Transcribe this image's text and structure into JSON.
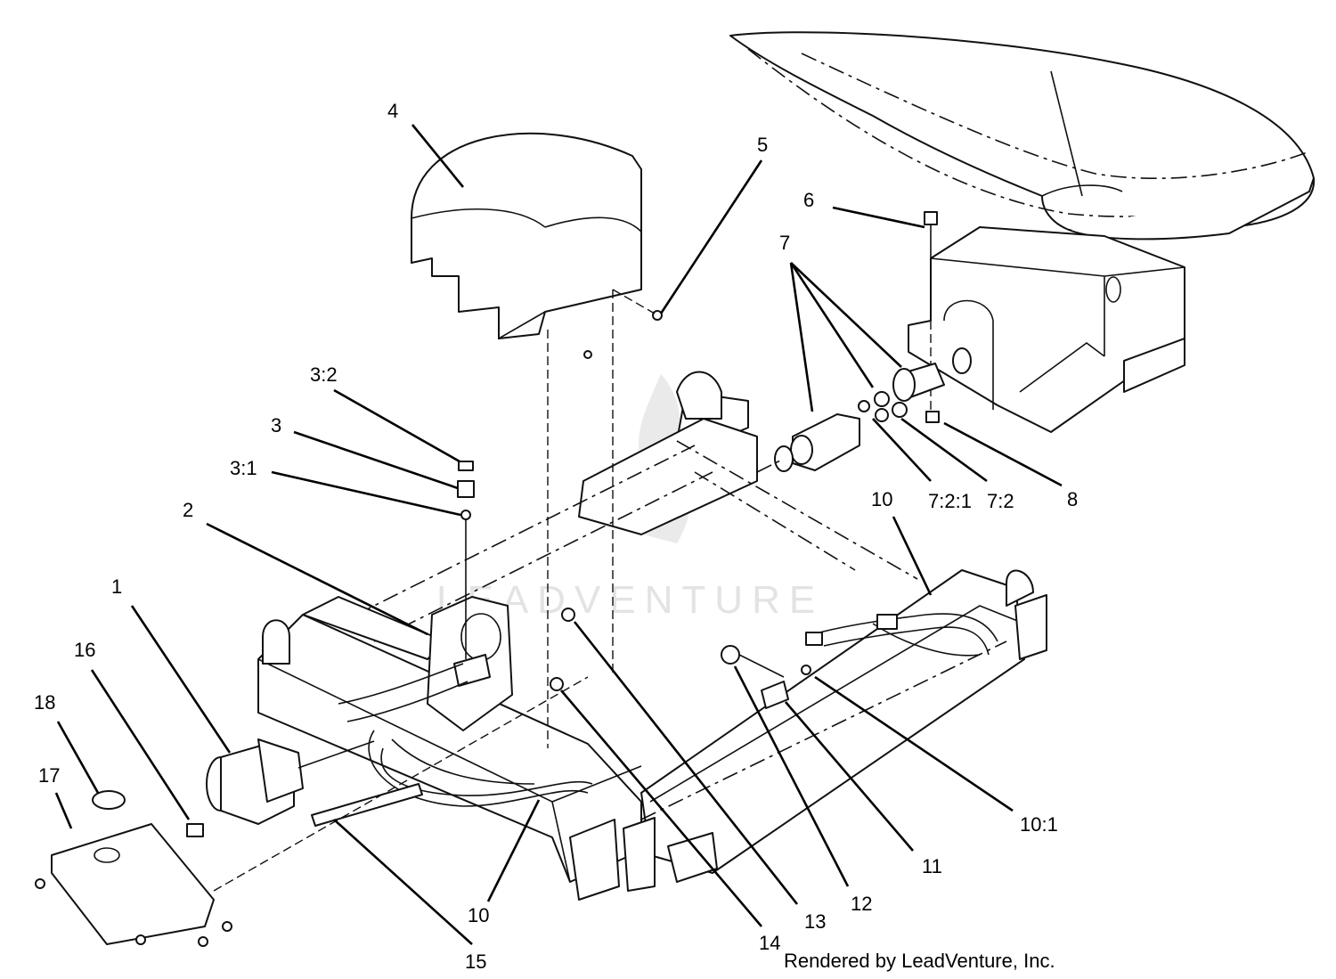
{
  "diagram": {
    "callouts": [
      {
        "id": "c1",
        "label": "1"
      },
      {
        "id": "c2",
        "label": "2"
      },
      {
        "id": "c3",
        "label": "3"
      },
      {
        "id": "c3_1",
        "label": "3:1"
      },
      {
        "id": "c3_2",
        "label": "3:2"
      },
      {
        "id": "c4",
        "label": "4"
      },
      {
        "id": "c5",
        "label": "5"
      },
      {
        "id": "c6",
        "label": "6"
      },
      {
        "id": "c7",
        "label": "7"
      },
      {
        "id": "c7_2_1",
        "label": "7:2:1"
      },
      {
        "id": "c7_2",
        "label": "7:2"
      },
      {
        "id": "c8",
        "label": "8"
      },
      {
        "id": "c10a",
        "label": "10"
      },
      {
        "id": "c10b",
        "label": "10"
      },
      {
        "id": "c10_1",
        "label": "10:1"
      },
      {
        "id": "c11",
        "label": "11"
      },
      {
        "id": "c12",
        "label": "12"
      },
      {
        "id": "c13",
        "label": "13"
      },
      {
        "id": "c14",
        "label": "14"
      },
      {
        "id": "c15",
        "label": "15"
      },
      {
        "id": "c16",
        "label": "16"
      },
      {
        "id": "c17",
        "label": "17"
      },
      {
        "id": "c18",
        "label": "18"
      }
    ],
    "credit": "Rendered by LeadVenture, Inc.",
    "watermark": "LEADVENTURE"
  }
}
